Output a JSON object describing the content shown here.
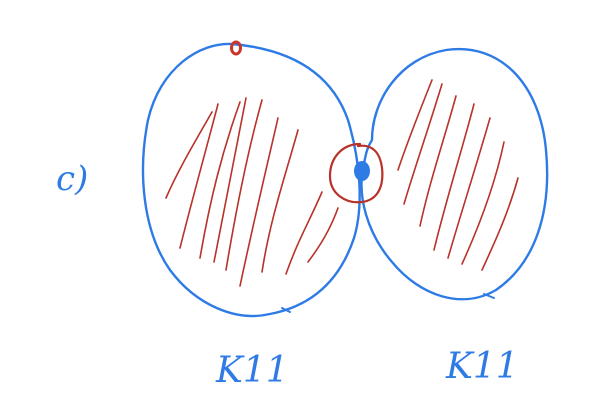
{
  "diagram": {
    "part_label": "c)",
    "left_graph_label": "K11",
    "right_graph_label": "K11",
    "nodes": [
      {
        "id": "top-vertex",
        "color": "#c8352b"
      },
      {
        "id": "cut-vertex",
        "color": "#2f7be6"
      }
    ],
    "colors": {
      "outline": "#2f7be6",
      "hatch": "#b8322a",
      "highlight": "#b8322a",
      "background": "#ffffff"
    }
  }
}
